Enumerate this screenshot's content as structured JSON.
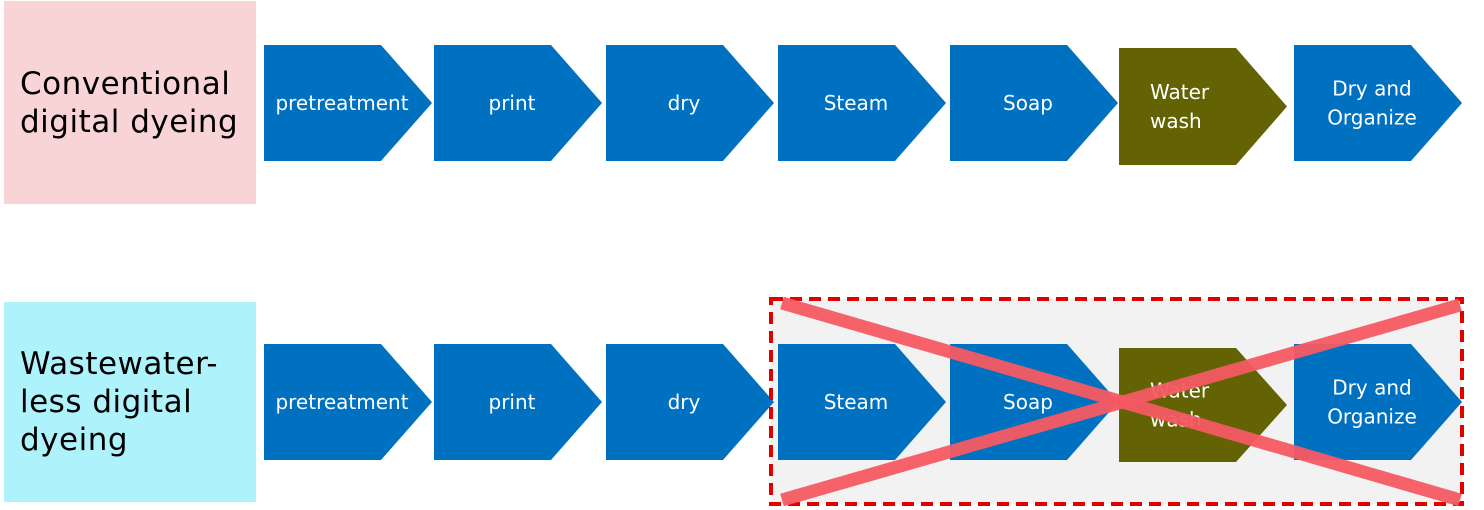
{
  "colors": {
    "conventional_label_bg": "#f9d4d6",
    "wastewater_label_bg": "#aef3fb",
    "step_blue": "#0070c0",
    "step_olive": "#636304",
    "removed_region_bg": "#f2f2f2",
    "removed_border": "#e00000",
    "cross_color": "#f45a62"
  },
  "rows": [
    {
      "label": "Conventional\ndigital dyeing",
      "steps": [
        {
          "lines": [
            "pretreatment"
          ],
          "color": "blue"
        },
        {
          "lines": [
            "print"
          ],
          "color": "blue"
        },
        {
          "lines": [
            "dry"
          ],
          "color": "blue"
        },
        {
          "lines": [
            "Steam"
          ],
          "color": "blue"
        },
        {
          "lines": [
            "Soap"
          ],
          "color": "blue"
        },
        {
          "lines": [
            "Water",
            "wash"
          ],
          "color": "olive"
        },
        {
          "lines": [
            "Dry and",
            "Organize"
          ],
          "color": "blue"
        }
      ]
    },
    {
      "label": "Wastewater-\nless digital\ndyeing",
      "steps": [
        {
          "lines": [
            "pretreatment"
          ],
          "color": "blue"
        },
        {
          "lines": [
            "print"
          ],
          "color": "blue"
        },
        {
          "lines": [
            "dry"
          ],
          "color": "blue"
        },
        {
          "lines": [
            "Steam"
          ],
          "color": "blue"
        },
        {
          "lines": [
            "Soap"
          ],
          "color": "blue"
        },
        {
          "lines": [
            "Water",
            "wash"
          ],
          "color": "olive"
        },
        {
          "lines": [
            "Dry and",
            "Organize"
          ],
          "color": "blue"
        }
      ],
      "removed_from_step": 4
    }
  ]
}
